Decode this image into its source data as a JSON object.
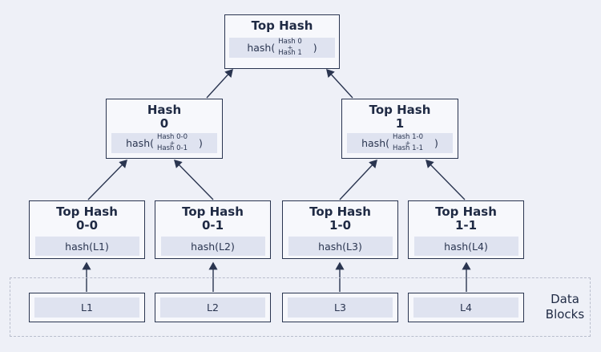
{
  "root": {
    "title": "Top Hash",
    "formula_prefix": "hash(",
    "formula_top": "Hash 0",
    "formula_plus": "+",
    "formula_bottom": "Hash 1",
    "formula_suffix": ")"
  },
  "level1": [
    {
      "title": "Hash\n0",
      "formula_prefix": "hash(",
      "formula_top": "Hash 0-0",
      "formula_plus": "+",
      "formula_bottom": "Hash 0-1",
      "formula_suffix": ")"
    },
    {
      "title": "Top Hash\n1",
      "formula_prefix": "hash(",
      "formula_top": "Hash 1-0",
      "formula_plus": "+",
      "formula_bottom": "Hash 1-1",
      "formula_suffix": ")"
    }
  ],
  "leaves": [
    {
      "title": "Top Hash\n0-0",
      "formula": "hash(L1)"
    },
    {
      "title": "Top Hash\n0-1",
      "formula": "hash(L2)"
    },
    {
      "title": "Top Hash\n1-0",
      "formula": "hash(L3)"
    },
    {
      "title": "Top Hash\n1-1",
      "formula": "hash(L4)"
    }
  ],
  "data_blocks": {
    "label": "Data\nBlocks",
    "items": [
      "L1",
      "L2",
      "L3",
      "L4"
    ]
  },
  "colors": {
    "background": "#eef0f7",
    "border": "#2a3550",
    "formula_fill": "#dfe3f0",
    "dashed": "#b8bdcc"
  }
}
